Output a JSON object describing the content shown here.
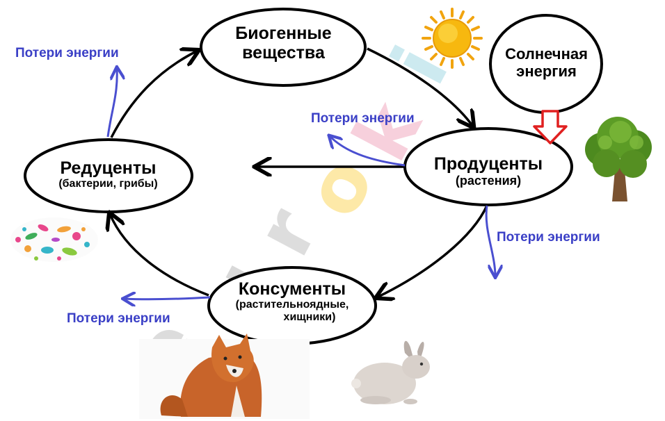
{
  "watermark": "euroki",
  "nodes": {
    "biogenic": {
      "line1": "Биогенные",
      "line2": "вещества"
    },
    "solar": {
      "line1": "Солнечная",
      "line2": "энергия"
    },
    "producers": {
      "title": "Продуценты",
      "subtitle": "(растения)"
    },
    "reducers": {
      "title": "Редуценты",
      "subtitle": "(бактерии, грибы)"
    },
    "consumers": {
      "title": "Консументы",
      "subtitle_line1": "(растительноядные,",
      "subtitle_line2": "хищники)"
    }
  },
  "energy_losses": [
    "Потери энергии",
    "Потери энергии",
    "Потери энергии",
    "Потери энергии"
  ],
  "colors": {
    "loss_text": "#3a3fc6",
    "loss_arrow": "#4a4fd0",
    "solar_arrow": "#e02020",
    "cycle_arrow": "#000000"
  },
  "icons": [
    "sun-icon",
    "tree-icon",
    "bacteria-icon",
    "fox-icon",
    "rabbit-icon"
  ]
}
